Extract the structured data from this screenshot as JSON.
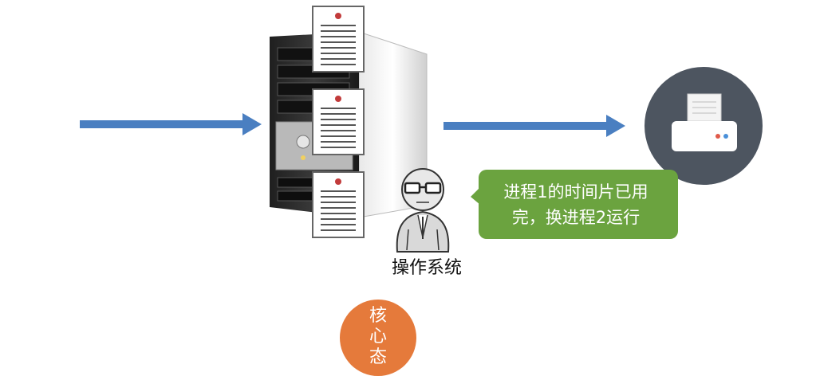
{
  "speech_bubble": {
    "line1": "进程1的时间片已用",
    "line2": "完，换进程2运行"
  },
  "os_label": "操作系统",
  "kernel_badge": [
    "核",
    "心",
    "态"
  ],
  "colors": {
    "arrow": "#4a7fc1",
    "bubble": "#6ba33f",
    "kernel": "#e57a3b",
    "printer_bg": "#4d5560"
  },
  "icons": {
    "server": "server-tower-icon",
    "document": "document-icon",
    "operator": "operating-system-figure-icon",
    "printer": "printer-icon"
  }
}
